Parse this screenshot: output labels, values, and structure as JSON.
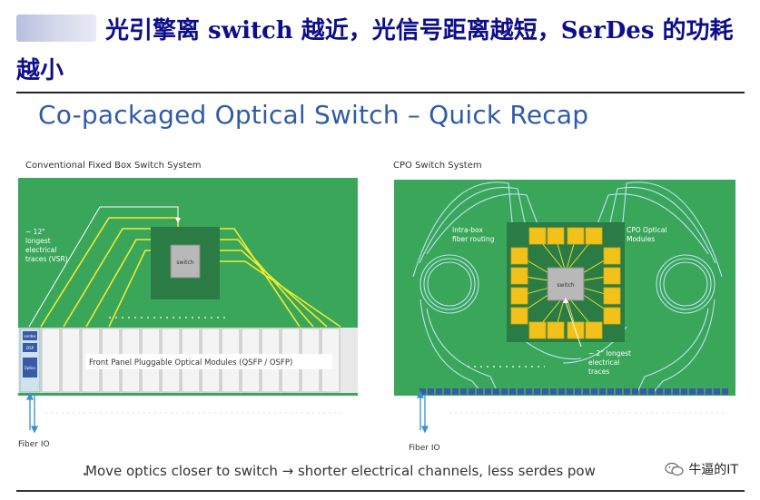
{
  "heading": {
    "text": "光引擎离 switch 越近，光信号距离越短，SerDes 的功耗越小"
  },
  "slide": {
    "title": "Co-packaged Optical Switch – Quick Recap",
    "bullet": "Move optics closer to switch → shorter electrical channels, less serdes pow"
  },
  "left_panel": {
    "label": "Conventional Fixed Box Switch System",
    "switch_label": "switch",
    "trace_note": [
      "~ 12\"",
      "longest",
      "electrical",
      "traces (VSR)"
    ],
    "module_note": "Front Panel Pluggable Optical Modules (QSFP / OSFP)",
    "module_parts": [
      "serdes",
      "DSP",
      "Optics"
    ],
    "fiber_label": "Fiber IO"
  },
  "right_panel": {
    "label": "CPO Switch System",
    "switch_label": "switch",
    "routing_note": [
      "Intra-box",
      "fiber routing"
    ],
    "cpo_note": [
      "CPO Optical",
      "Modules"
    ],
    "trace_note": [
      "~ 2\" longest",
      "electrical",
      "traces"
    ],
    "fiber_label": "Fiber IO"
  },
  "watermark": {
    "text": "牛逼的IT"
  },
  "colors": {
    "heading": "#0e0e8c",
    "title": "#2e5ba8",
    "board_green": "#3aa65a",
    "dark_green": "#2a7c44",
    "trace_yellow": "#f1ea2f",
    "module_gold": "#f2c21a",
    "fiber_blue": "#bde3f2"
  }
}
